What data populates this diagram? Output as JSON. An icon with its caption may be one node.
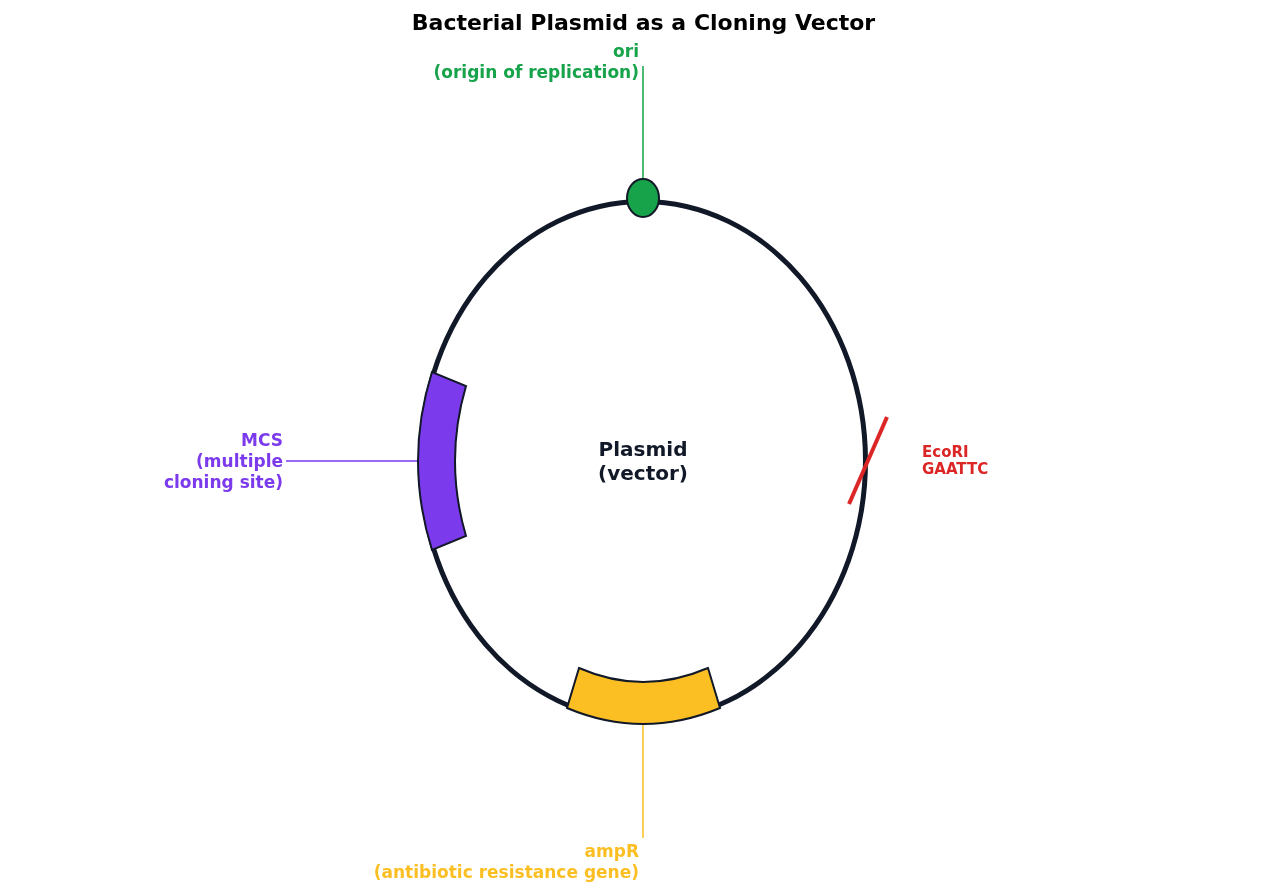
{
  "diagram": {
    "title": "Bacterial Plasmid as a Cloning Vector",
    "nodes": [
      {
        "text": [
          "ori (origin of replication)"
        ]
      },
      {
        "text": [],
        "shape": "circle"
      },
      {
        "text": [
          "Plasmid (vector)"
        ]
      },
      {
        "text": [
          "MCS (multiple cloning site)"
        ]
      },
      {
        "text": [],
        "shape": "bar",
        "in": 2
      },
      {
        "text": [],
        "shape": "bar",
        "in": 2
      },
      {
        "text": [
          "ampR (antibiotic resistance gene)"
        ]
      }
    ],
    "edges": [
      {
        "from": 0,
        "to": 1,
        "arrow": "none",
        "color": "#16a34a"
      },
      {
        "from": 3,
        "to": 4,
        "arrow": "none",
        "color": "#7c3aed"
      },
      {
        "from": 6,
        "to": 5,
        "arrow": "none",
        "color": "#fbbf24"
      }
    ],
    "labels": [
      "EcoRI GAATTC"
    ]
  }
}
